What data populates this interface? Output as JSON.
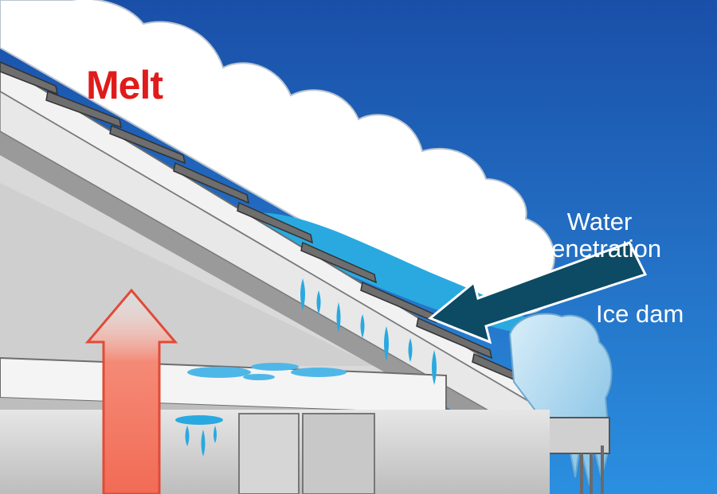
{
  "labels": {
    "melt": "Melt",
    "water_line1": "Water",
    "water_line2": "penetration",
    "ice_dam": "Ice dam"
  },
  "colors": {
    "sky_top": "#1a4fa8",
    "sky_bottom": "#1f7fd8",
    "snow": "#ffffff",
    "meltwater": "#29a9e0",
    "ice": "#a9d6ef",
    "heat_arrow": "#f26b55",
    "pointer_arrow": "#0d4a63",
    "melt_text": "#e01b1b",
    "label_text": "#ffffff"
  },
  "icons": {
    "heat": "heat-rising-arrow",
    "pointer": "water-penetration-arrow"
  }
}
